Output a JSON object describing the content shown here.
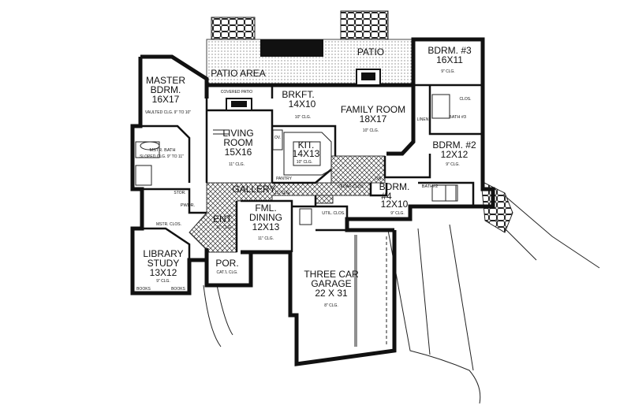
{
  "rooms": {
    "patio": {
      "name": "PATIO"
    },
    "patio_area": {
      "name": "PATIO AREA"
    },
    "covered_patio": {
      "name": "COVERED PATIO"
    },
    "master": {
      "name1": "MASTER",
      "name2": "BDRM.",
      "size": "16X17",
      "ceiling": "VAULTED CLG. 9\" TO 10\""
    },
    "mstr_bath": {
      "name": "MSTR. BATH",
      "ceiling": "SLOPED CLG. 9\" TO 11\""
    },
    "stor": {
      "name": "STOR."
    },
    "pwdr": {
      "name": "PWDR."
    },
    "mstr_clos": {
      "name": "MSTR. CLOS."
    },
    "library": {
      "name1": "LIBRARY",
      "name2": "STUDY",
      "size": "13X12",
      "ceiling": "9\" CLG.",
      "books1": "BOOKS",
      "books2": "BOOKS"
    },
    "living": {
      "name1": "LIVING",
      "name2": "ROOM",
      "size": "15X16",
      "ceiling": "11\" CLG."
    },
    "gallery": {
      "name": "GALLERY",
      "ceiling": "11\" CLG."
    },
    "entry": {
      "name": "ENT.",
      "ceiling": "11\" CLG."
    },
    "porch": {
      "name": "POR.",
      "ceiling": "CAT.'L CLG."
    },
    "dining": {
      "name1": "FML.",
      "name2": "DINING",
      "size": "12X13",
      "ceiling": "11\" CLG."
    },
    "brkft": {
      "name": "BRKFT.",
      "size": "14X10",
      "ceiling": "10\" CLG."
    },
    "kitchen": {
      "name": "KIT.",
      "size": "14X13",
      "ceiling": "10\" CLG."
    },
    "family": {
      "name": "FAMILY ROOM",
      "size": "18X17",
      "ceiling": "10\" CLG."
    },
    "bdrm3": {
      "name": "BDRM. #3",
      "size": "16X11",
      "ceiling": "9\" CLG."
    },
    "bath3": {
      "name": "BATH #3"
    },
    "linen": {
      "name": "LINEN"
    },
    "clos": {
      "name": "CLOS."
    },
    "bdrm2": {
      "name": "BDRM. #2",
      "size": "12X12",
      "ceiling": "9\" CLG."
    },
    "bath2": {
      "name": "BATH#2"
    },
    "bdrm4": {
      "name1": "BDRM.",
      "name2": "#4",
      "size": "12X10",
      "ceiling": "9\" CLG."
    },
    "cedar_clos": {
      "name": "CEDAR CLOS."
    },
    "lin": {
      "name": "LIN."
    },
    "ov": {
      "name": "OV."
    },
    "pantry": {
      "name": "PANTRY"
    },
    "utility": {
      "name": "UTIL."
    },
    "garage": {
      "name1": "THREE CAR",
      "name2": "GARAGE",
      "size": "22 X 31",
      "ceiling": "8\" CLG."
    }
  }
}
